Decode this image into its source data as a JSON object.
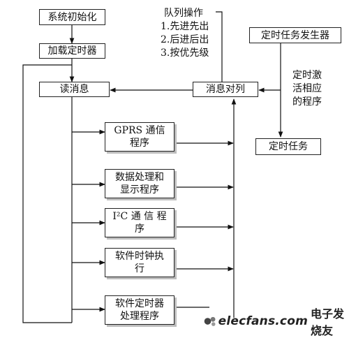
{
  "nodes": {
    "sys_init": "系统初始化",
    "load_timer": "加载定时器",
    "read_msg": "读消息",
    "msg_queue": "消息对列",
    "timer_task_gen": "定时任务发生器",
    "timer_task": "定时任务",
    "gprs": [
      "GPRS 通信",
      "程序"
    ],
    "data_proc": [
      "数据处理和",
      "显示程序"
    ],
    "i2c": [
      "I²C 通 信 程",
      "序"
    ],
    "soft_clock": [
      "软件时钟执",
      "行"
    ],
    "soft_timer": [
      "软件定时器",
      "处理程序"
    ]
  },
  "queue_ops": {
    "title": "队列操作",
    "items": [
      "1.先进先出",
      "2.后进后出",
      "3.按优先级"
    ]
  },
  "activate_note": [
    "定时激",
    "活相应",
    "的程序"
  ],
  "watermark": {
    "brand": "elecfans.com",
    "cn": "电子发烧友"
  }
}
